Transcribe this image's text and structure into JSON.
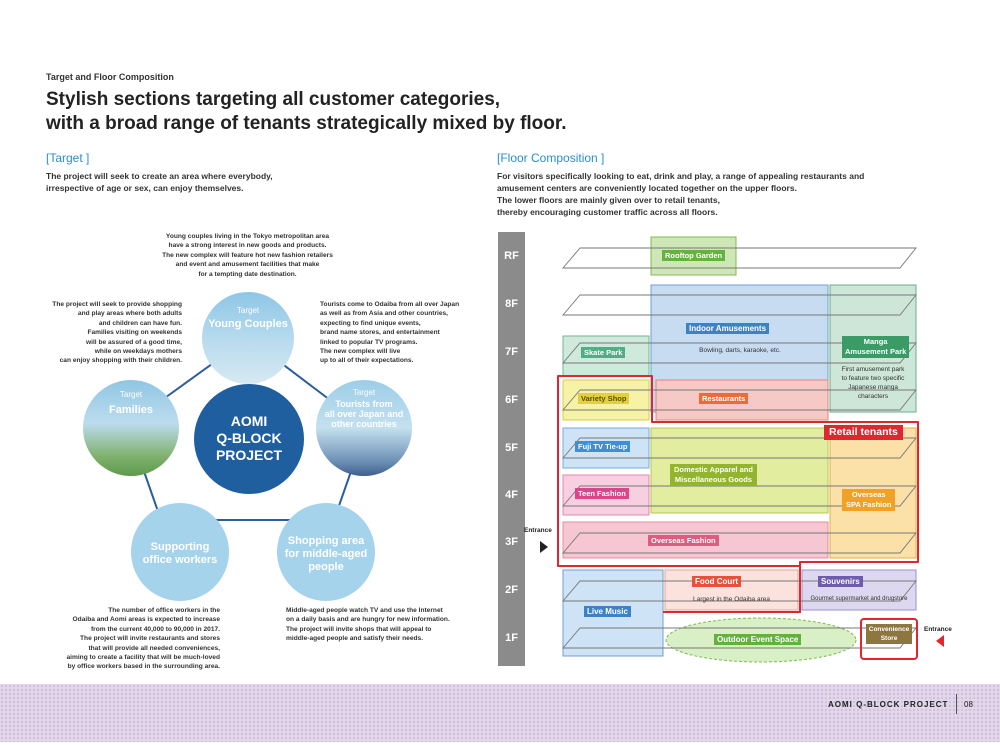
{
  "header": {
    "kicker": "Target and Floor Composition",
    "headline_line1": "Stylish sections targeting all customer categories,",
    "headline_line2": "with a broad range of tenants strategically mixed by floor."
  },
  "target": {
    "title": "[Target ]",
    "text_line1": "The project will seek to create an area where everybody,",
    "text_line2": "irrespective of age or sex, can enjoy themselves.",
    "center": {
      "line1": "AOMI",
      "line2": "Q-BLOCK",
      "line3": "PROJECT"
    },
    "circles": {
      "young_couples": {
        "kicker": "Target",
        "label": "Young Couples"
      },
      "families": {
        "kicker": "Target",
        "label": "Families"
      },
      "tourists": {
        "kicker": "Target",
        "line1": "Tourists from",
        "line2": "all over Japan and",
        "line3": "other countries"
      },
      "office": {
        "line1": "Supporting",
        "line2": "office workers"
      },
      "middle": {
        "line1": "Shopping area",
        "line2": "for middle-aged",
        "line3": "people"
      }
    },
    "blurbs": {
      "young_couples": [
        "Young couples living in the Tokyo metropolitan area",
        "have a strong interest in new goods and products.",
        "The new complex will feature hot new fashion retailers",
        "and event and amusement facilities that make",
        "for a tempting date destination."
      ],
      "families": [
        "The project will seek to provide shopping",
        "and play areas where both adults",
        "and children can have fun.",
        "Families visiting on weekends",
        "will be assured of a good time,",
        "while on weekdays mothers",
        "can enjoy shopping with their children."
      ],
      "tourists": [
        "Tourists come to Odaiba from all over Japan",
        "as well as from Asia and other countries,",
        "expecting to find unique events,",
        "brand name stores, and entertainment",
        "linked to popular TV programs.",
        "The new complex will live",
        "up to all of their expectations."
      ],
      "office": [
        "The number of office workers in the",
        "Odaiba and Aomi areas is expected to increase",
        "from the current 40,000 to 90,000 in 2017.",
        "The project will invite restaurants and stores",
        "that will provide all needed conveniences,",
        "aiming to create a facility that will be much-loved",
        "by office workers based in the surrounding area."
      ],
      "middle": [
        "Middle-aged people watch TV and use the Internet",
        "on a daily basis and are hungry for new information.",
        "The project will invite shops that will appeal to",
        "middle-aged people and satisfy their needs."
      ]
    }
  },
  "floor": {
    "title": "[Floor Composition ]",
    "text_lines": [
      "For visitors specifically looking to eat, drink and play, a range of appealing restaurants and",
      "amusement centers are conveniently located together on the upper floors.",
      "The lower floors are mainly given over to retail tenants,",
      "thereby encouraging customer traffic across all floors."
    ],
    "floors": [
      "RF",
      "8F",
      "7F",
      "6F",
      "5F",
      "4F",
      "3F",
      "2F",
      "1F"
    ],
    "entrance_left": "Entrance",
    "entrance_right": "Entrance",
    "zones": {
      "rooftop": "Rooftop Garden",
      "indoor": "Indoor Amusements",
      "indoor_sub": "Bowling, darts, karaoke, etc.",
      "manga": {
        "line1": "Manga",
        "line2": "Amusement Park"
      },
      "manga_sub": [
        "First amusement park",
        "to feature two specific",
        "Japanese manga",
        "characters"
      ],
      "skate": "Skate Park",
      "variety": "Variety Shop",
      "restaurants": "Restaurants",
      "retail": "Retail tenants",
      "fujitv": "Fuji TV Tie-up",
      "domestic": {
        "line1": "Domestic Apparel and",
        "line2": "Miscellaneous Goods"
      },
      "teen": "Teen Fashion",
      "overseas_spa": {
        "line1": "Overseas",
        "line2": "SPA Fashion"
      },
      "overseas_fashion": "Overseas Fashion",
      "food": "Food Court",
      "food_sub": "Largest in the Odaiba area",
      "souvenirs": "Souvenirs",
      "souvenirs_sub": "Gourmet supermarket and drugstore",
      "live": "Live Music",
      "outdoor": "Outdoor Event Space",
      "convenience": {
        "line1": "Convenience",
        "line2": "Store"
      }
    }
  },
  "footer": {
    "label": "AOMI Q-BLOCK PROJECT",
    "page": "08"
  },
  "colors": {
    "accent_blue": "#2a8fc9",
    "retail_red": "#e0262e",
    "circle_blue": "#9fd1ea",
    "center_navy": "#1f5fa0"
  }
}
